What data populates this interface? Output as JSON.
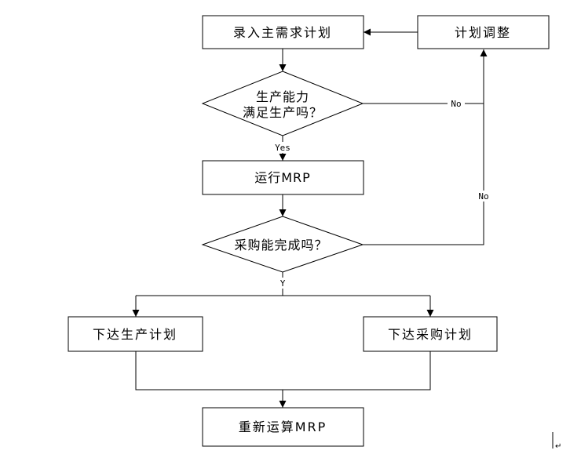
{
  "nodes": {
    "input_plan": "录入主需求计划",
    "adjust_plan": "计划调整",
    "capacity_line1": "生产能力",
    "capacity_line2": "满足生产吗？",
    "run_mrp": "运行MRP",
    "purchase_check": "采购能完成吗？",
    "issue_production": "下达生产计划",
    "issue_purchase": "下达采购计划",
    "rerun_mrp": "重新运算MRP"
  },
  "edges": {
    "no_capacity": "No",
    "no_purchase": "No",
    "yes_capacity": "Yes",
    "yes_purchase": "Y"
  },
  "document": {
    "paragraph_mark": "↵"
  }
}
